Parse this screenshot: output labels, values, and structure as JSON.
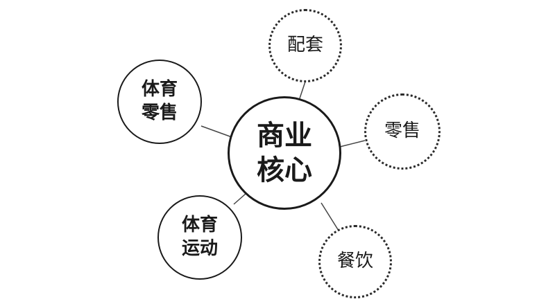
{
  "core": {
    "label": "商业\n核心"
  },
  "nodes": [
    {
      "key": "sports-retail",
      "label": "体育\n零售",
      "style": "solid"
    },
    {
      "key": "sports-activity",
      "label": "体育\n运动",
      "style": "solid"
    },
    {
      "key": "supporting",
      "label": "配套",
      "style": "dotted"
    },
    {
      "key": "retail",
      "label": "零售",
      "style": "dotted"
    },
    {
      "key": "dining",
      "label": "餐饮",
      "style": "dotted"
    }
  ],
  "colors": {
    "stroke": "#1a1a1a",
    "text": "#1a1a1a",
    "background": "#ffffff"
  }
}
